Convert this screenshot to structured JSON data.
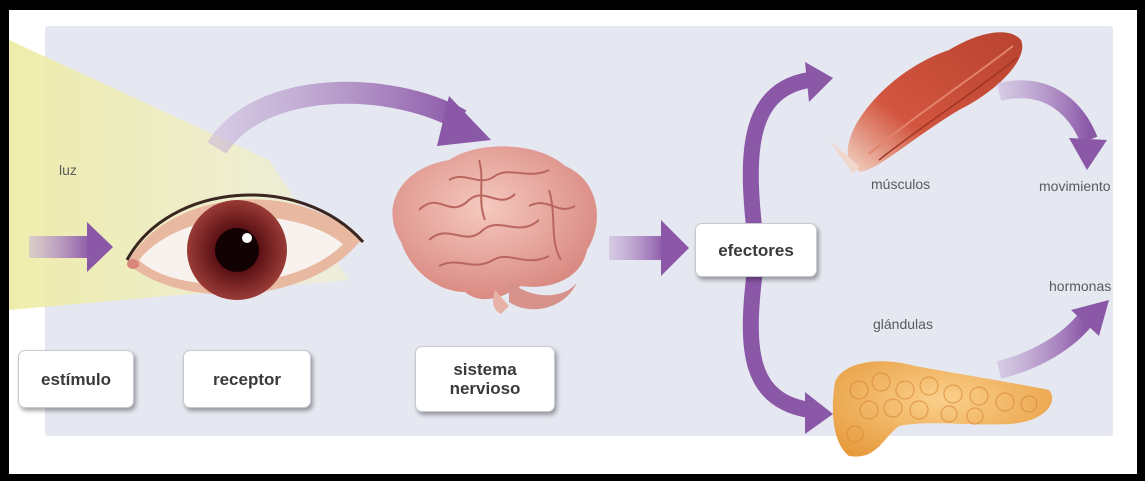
{
  "boxes": {
    "stimulus": "estímulo",
    "receptor": "receptor",
    "nervous_line1": "sistema",
    "nervous_line2": "nervioso",
    "effectors": "efectores"
  },
  "labels": {
    "light": "luz",
    "muscles": "músculos",
    "movement": "movimiento",
    "glands": "glándulas",
    "hormones": "hormonas"
  },
  "colors": {
    "arrow": "#8e5ca8",
    "panel": "#e5e8f1",
    "light_beam": "#f2f0b0",
    "brain": "#e9a8a0",
    "muscle": "#c9503d",
    "gland": "#f2b55e",
    "iris": "#7a1f22"
  }
}
